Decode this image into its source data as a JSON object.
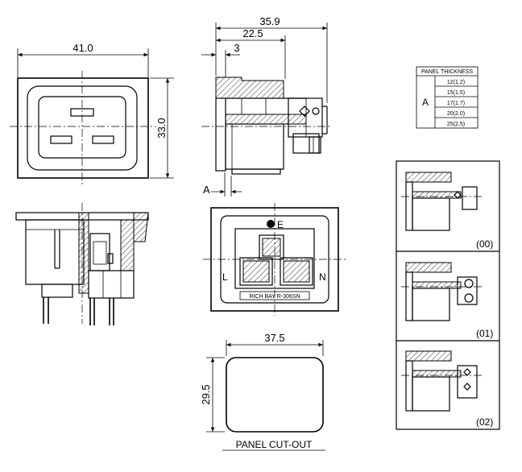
{
  "front_view": {
    "width_dim": "41.0",
    "height_dim": "33.0"
  },
  "side_view": {
    "dim_overall": "35.9",
    "dim_mid": "22.5",
    "dim_small": "3",
    "dim_panel": "A"
  },
  "panel_table": {
    "header": "PANEL THICKNESS",
    "row_label": "A",
    "rows": [
      "12(1.2)",
      "15(1.5)",
      "17(1.7)",
      "20(2.0)",
      "25(2.5)"
    ]
  },
  "socket_face": {
    "earth_label": "E",
    "line_label": "L",
    "neutral_label": "N",
    "model_text": "RICH BAY  R-306SN"
  },
  "cutout": {
    "width_dim": "37.5",
    "height_dim": "29.5",
    "title": "PANEL CUT-OUT"
  },
  "variants": {
    "labels": [
      "(00)",
      "(01)",
      "(02)"
    ]
  }
}
